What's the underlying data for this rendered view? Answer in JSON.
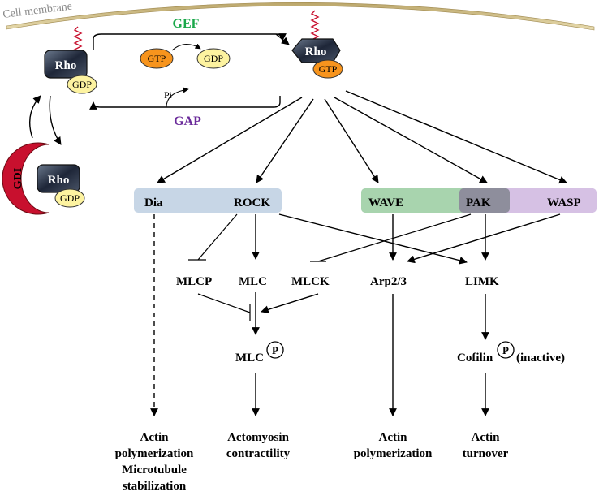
{
  "membrane": {
    "label": "Cell membrane"
  },
  "cycle": {
    "gef": "GEF",
    "gap": "GAP",
    "pi": "Pi",
    "gtp_label": "GTP",
    "gdp_label": "GDP",
    "rho_label": "Rho",
    "gdi_label": "GDI",
    "gef_color": "#1aa84a",
    "gap_color": "#6a2a9a"
  },
  "effectors": {
    "dia": "Dia",
    "rock": "ROCK",
    "wave": "WAVE",
    "pak": "PAK",
    "wasp": "WASP",
    "colors": {
      "dia_rock": "#c7d6e6",
      "wave": "#a8d4ae",
      "pak": "#8e8e9c",
      "wasp": "#d6c1e4"
    }
  },
  "targets": {
    "mlcp": "MLCP",
    "mlc": "MLC",
    "mlck": "MLCK",
    "arp": "Arp2/3",
    "limk": "LIMK",
    "mlc_p": "MLC",
    "cofilin": "Cofilin",
    "inactive": "(inactive)",
    "p": "P"
  },
  "outcomes": {
    "dia_1": "Actin",
    "dia_2": "polymerization",
    "dia_3": "Microtubule",
    "dia_4": "stabilization",
    "acto_1": "Actomyosin",
    "acto_2": "contractility",
    "poly_1": "Actin",
    "poly_2": "polymerization",
    "turn_1": "Actin",
    "turn_2": "turnover"
  },
  "colors": {
    "gtp": "#f7941d",
    "gdp": "#fdf3a0",
    "gdi": "#c8102e",
    "squiggle": "#c8102e"
  }
}
